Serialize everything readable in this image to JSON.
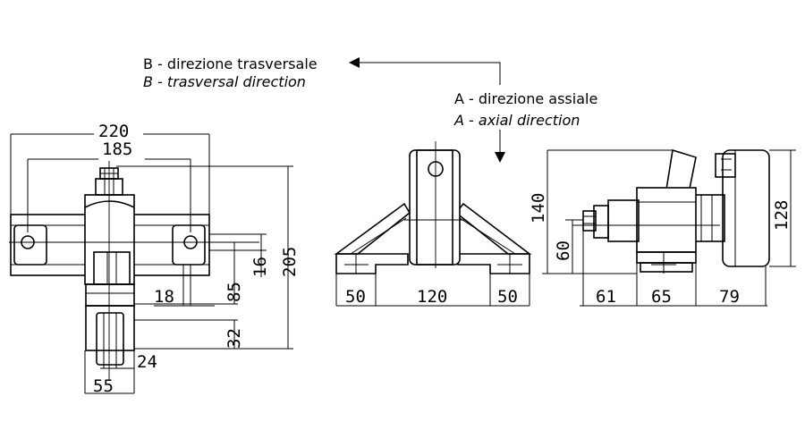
{
  "captions": {
    "b_it": "B - direzione trasversale",
    "b_en": "B - trasversal direction",
    "a_it": "A - direzione assiale",
    "a_en": "A - axial direction"
  },
  "dimensions": {
    "left_view": {
      "overall_width": "220",
      "hole_spacing": "185",
      "hole_offset": "18",
      "base_height": "16",
      "centre_height": "85",
      "total_height": "205",
      "roller_height": "32",
      "roller_width": "24",
      "bracket_width": "55"
    },
    "middle_view": {
      "left_foot": "50",
      "base_span": "120",
      "right_foot": "50"
    },
    "right_view": {
      "height_140": "140",
      "height_60": "60",
      "height_128": "128",
      "length_61": "61",
      "length_65": "65",
      "length_79": "79"
    }
  }
}
